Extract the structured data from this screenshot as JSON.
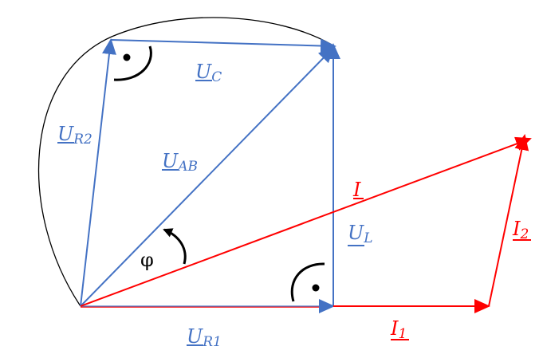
{
  "colors": {
    "voltage": "#4472C4",
    "current": "#FF0000",
    "circle": "#000000"
  },
  "labels": {
    "uc": {
      "main": "U",
      "sub": "C"
    },
    "ur2": {
      "main": "U",
      "sub": "R2"
    },
    "uab": {
      "main": "U",
      "sub": "AB"
    },
    "ul": {
      "main": "U",
      "sub": "L"
    },
    "ur1": {
      "main": "U",
      "sub": "R1"
    },
    "i": {
      "main": "I",
      "sub": ""
    },
    "i1": {
      "main": "I",
      "sub": "1"
    },
    "i2": {
      "main": "I",
      "sub": "2"
    },
    "phi": "φ"
  }
}
